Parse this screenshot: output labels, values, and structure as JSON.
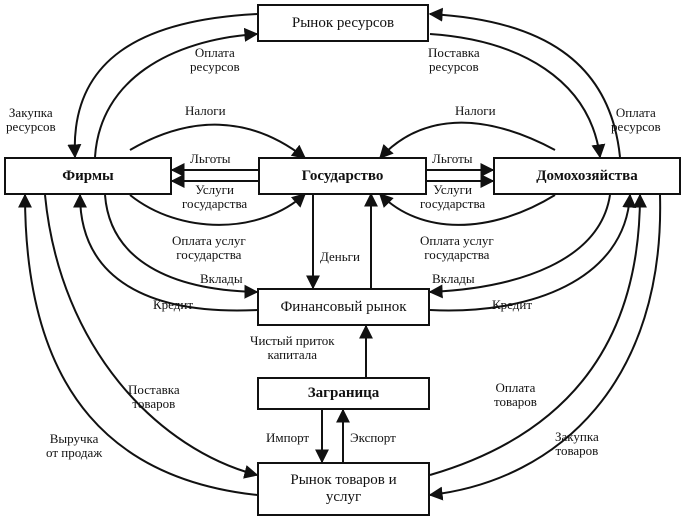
{
  "nodes": {
    "resource_market": "Рынок ресурсов",
    "firms": "Фирмы",
    "government": "Государство",
    "households": "Домохозяйства",
    "financial_market": "Финансовый рынок",
    "abroad": "Заграница",
    "goods_market_line1": "Рынок товаров и",
    "goods_market_line2": "услуг"
  },
  "labels": {
    "payment_resources_left_1": "Оплата",
    "payment_resources_left_2": "ресурсов",
    "supply_resources_1": "Поставка",
    "supply_resources_2": "ресурсов",
    "purchase_resources_1": "Закупка",
    "purchase_resources_2": "ресурсов",
    "payment_resources_right_1": "Оплата",
    "payment_resources_right_2": "ресурсов",
    "taxes_left": "Налоги",
    "taxes_right": "Налоги",
    "benefits_left": "Льготы",
    "benefits_right": "Льготы",
    "gov_services_left_1": "Услуги",
    "gov_services_left_2": "государства",
    "gov_services_right_1": "Услуги",
    "gov_services_right_2": "государства",
    "pay_gov_services_left_1": "Оплата услуг",
    "pay_gov_services_left_2": "государства",
    "pay_gov_services_right_1": "Оплата услуг",
    "pay_gov_services_right_2": "государства",
    "money": "Деньги",
    "deposits_left": "Вклады",
    "deposits_right": "Вклады",
    "credit_left": "Кредит",
    "credit_right": "Кредит",
    "net_capital_1": "Чистый приток",
    "net_capital_2": "капитала",
    "supply_goods_1": "Поставка",
    "supply_goods_2": "товаров",
    "revenue_1": "Выручка",
    "revenue_2": "от продаж",
    "pay_goods_1": "Оплата",
    "pay_goods_2": "товаров",
    "purchase_goods_1": "Закупка",
    "purchase_goods_2": "товаров",
    "import": "Импорт",
    "export": "Экспорт"
  }
}
